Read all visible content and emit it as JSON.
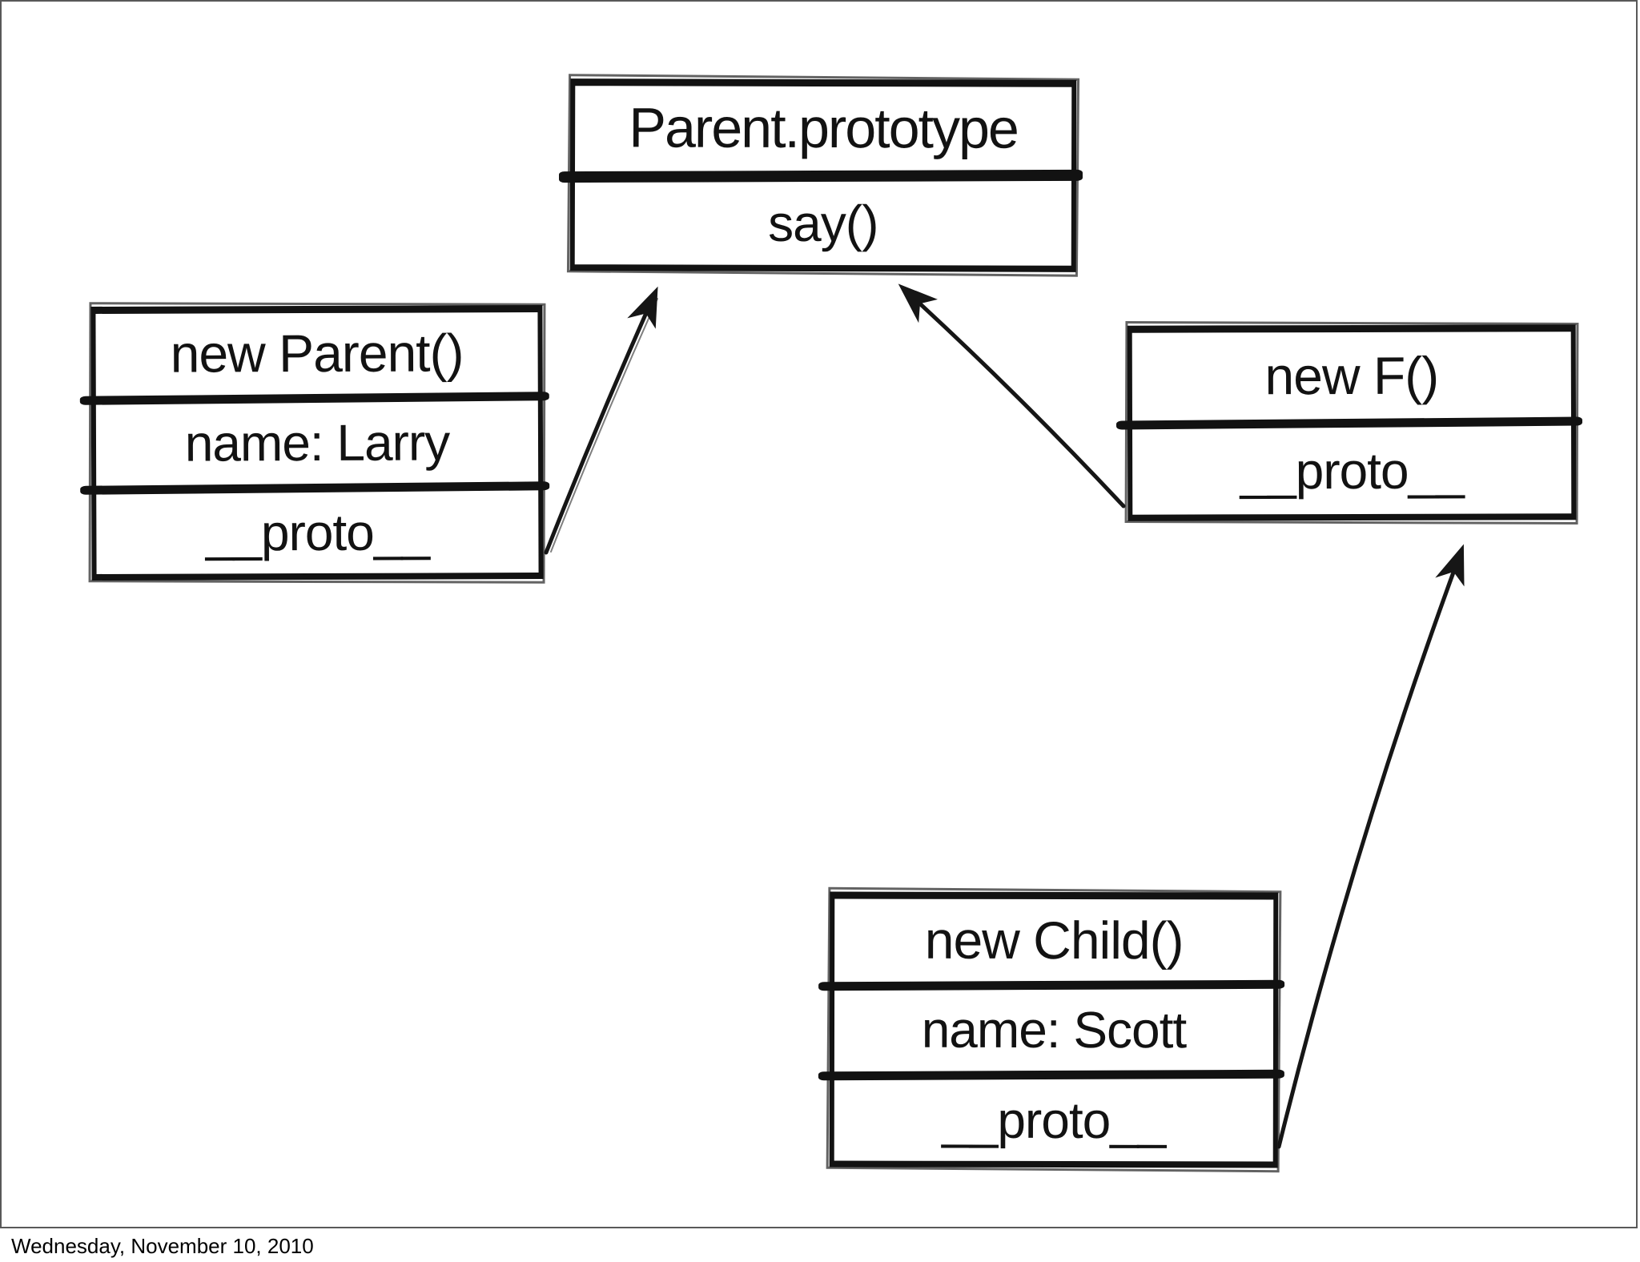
{
  "diagram": {
    "title_hint": "JavaScript prototype chain sketch",
    "nodes": [
      {
        "id": "parent-prototype",
        "title": "Parent.prototype",
        "rows": [
          "say()"
        ]
      },
      {
        "id": "new-parent",
        "title": "new Parent()",
        "rows": [
          "name: Larry",
          "__proto__"
        ]
      },
      {
        "id": "new-f",
        "title": "new F()",
        "rows": [
          "__proto__"
        ]
      },
      {
        "id": "new-child",
        "title": "new Child()",
        "rows": [
          "name: Scott",
          "__proto__"
        ]
      }
    ],
    "edges": [
      {
        "from": "new-parent.__proto__",
        "to": "parent-prototype"
      },
      {
        "from": "new-f.__proto__",
        "to": "parent-prototype"
      },
      {
        "from": "new-child.__proto__",
        "to": "new-f"
      }
    ]
  },
  "footer": {
    "date": "Wednesday, November 10, 2010"
  },
  "colors": {
    "ink": "#141414",
    "frame": "#595959",
    "background": "#ffffff"
  }
}
